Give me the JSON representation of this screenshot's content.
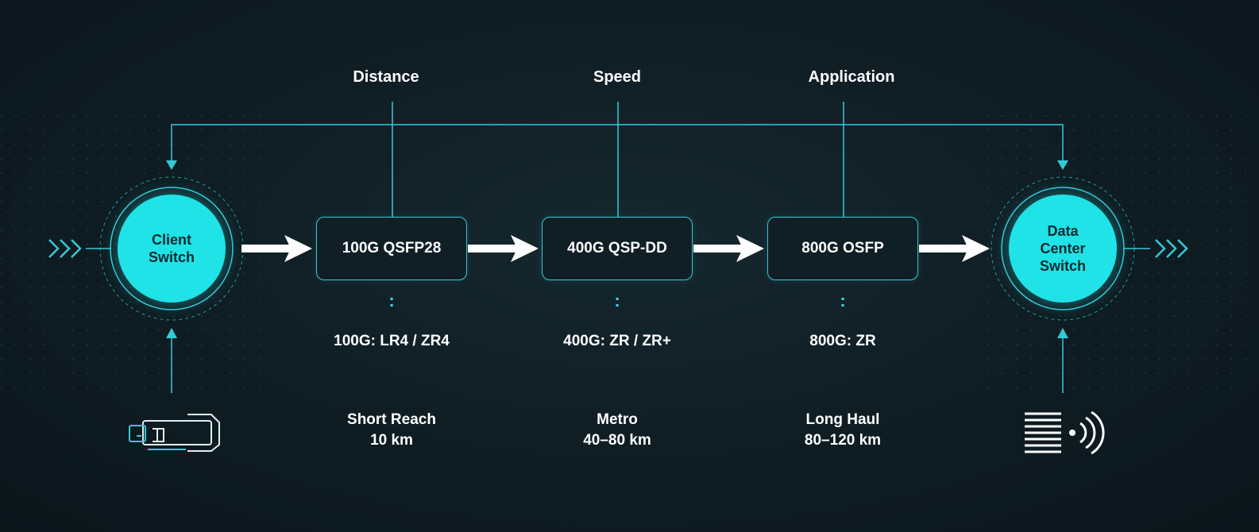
{
  "headers": [
    "Distance",
    "Speed",
    "Application"
  ],
  "nodes": {
    "left": [
      "Client",
      "Switch"
    ],
    "right": [
      "Data",
      "Center",
      "Switch"
    ]
  },
  "stages": [
    {
      "module": "100G QSFP28",
      "spec": "100G: LR4 / ZR4",
      "reach_title": "Short Reach",
      "reach_range": "10 km"
    },
    {
      "module": "400G QSP-DD",
      "spec": "400G: ZR / ZR+",
      "reach_title": "Metro",
      "reach_range": "40–80 km"
    },
    {
      "module": "800G OSFP",
      "spec": "800G: ZR",
      "reach_title": "Long Haul",
      "reach_range": "80–120 km"
    }
  ],
  "icons": {
    "left": "transceiver-module-icon",
    "right": "signal-transmitter-icon",
    "input_marker": "triple-chevron-icon",
    "output_marker": "triple-chevron-icon"
  },
  "colors": {
    "background": "#0f1d23",
    "accent": "#1fe3e6",
    "line": "#35c9d6",
    "arrow": "#ffffff",
    "text": "#ffffff"
  }
}
